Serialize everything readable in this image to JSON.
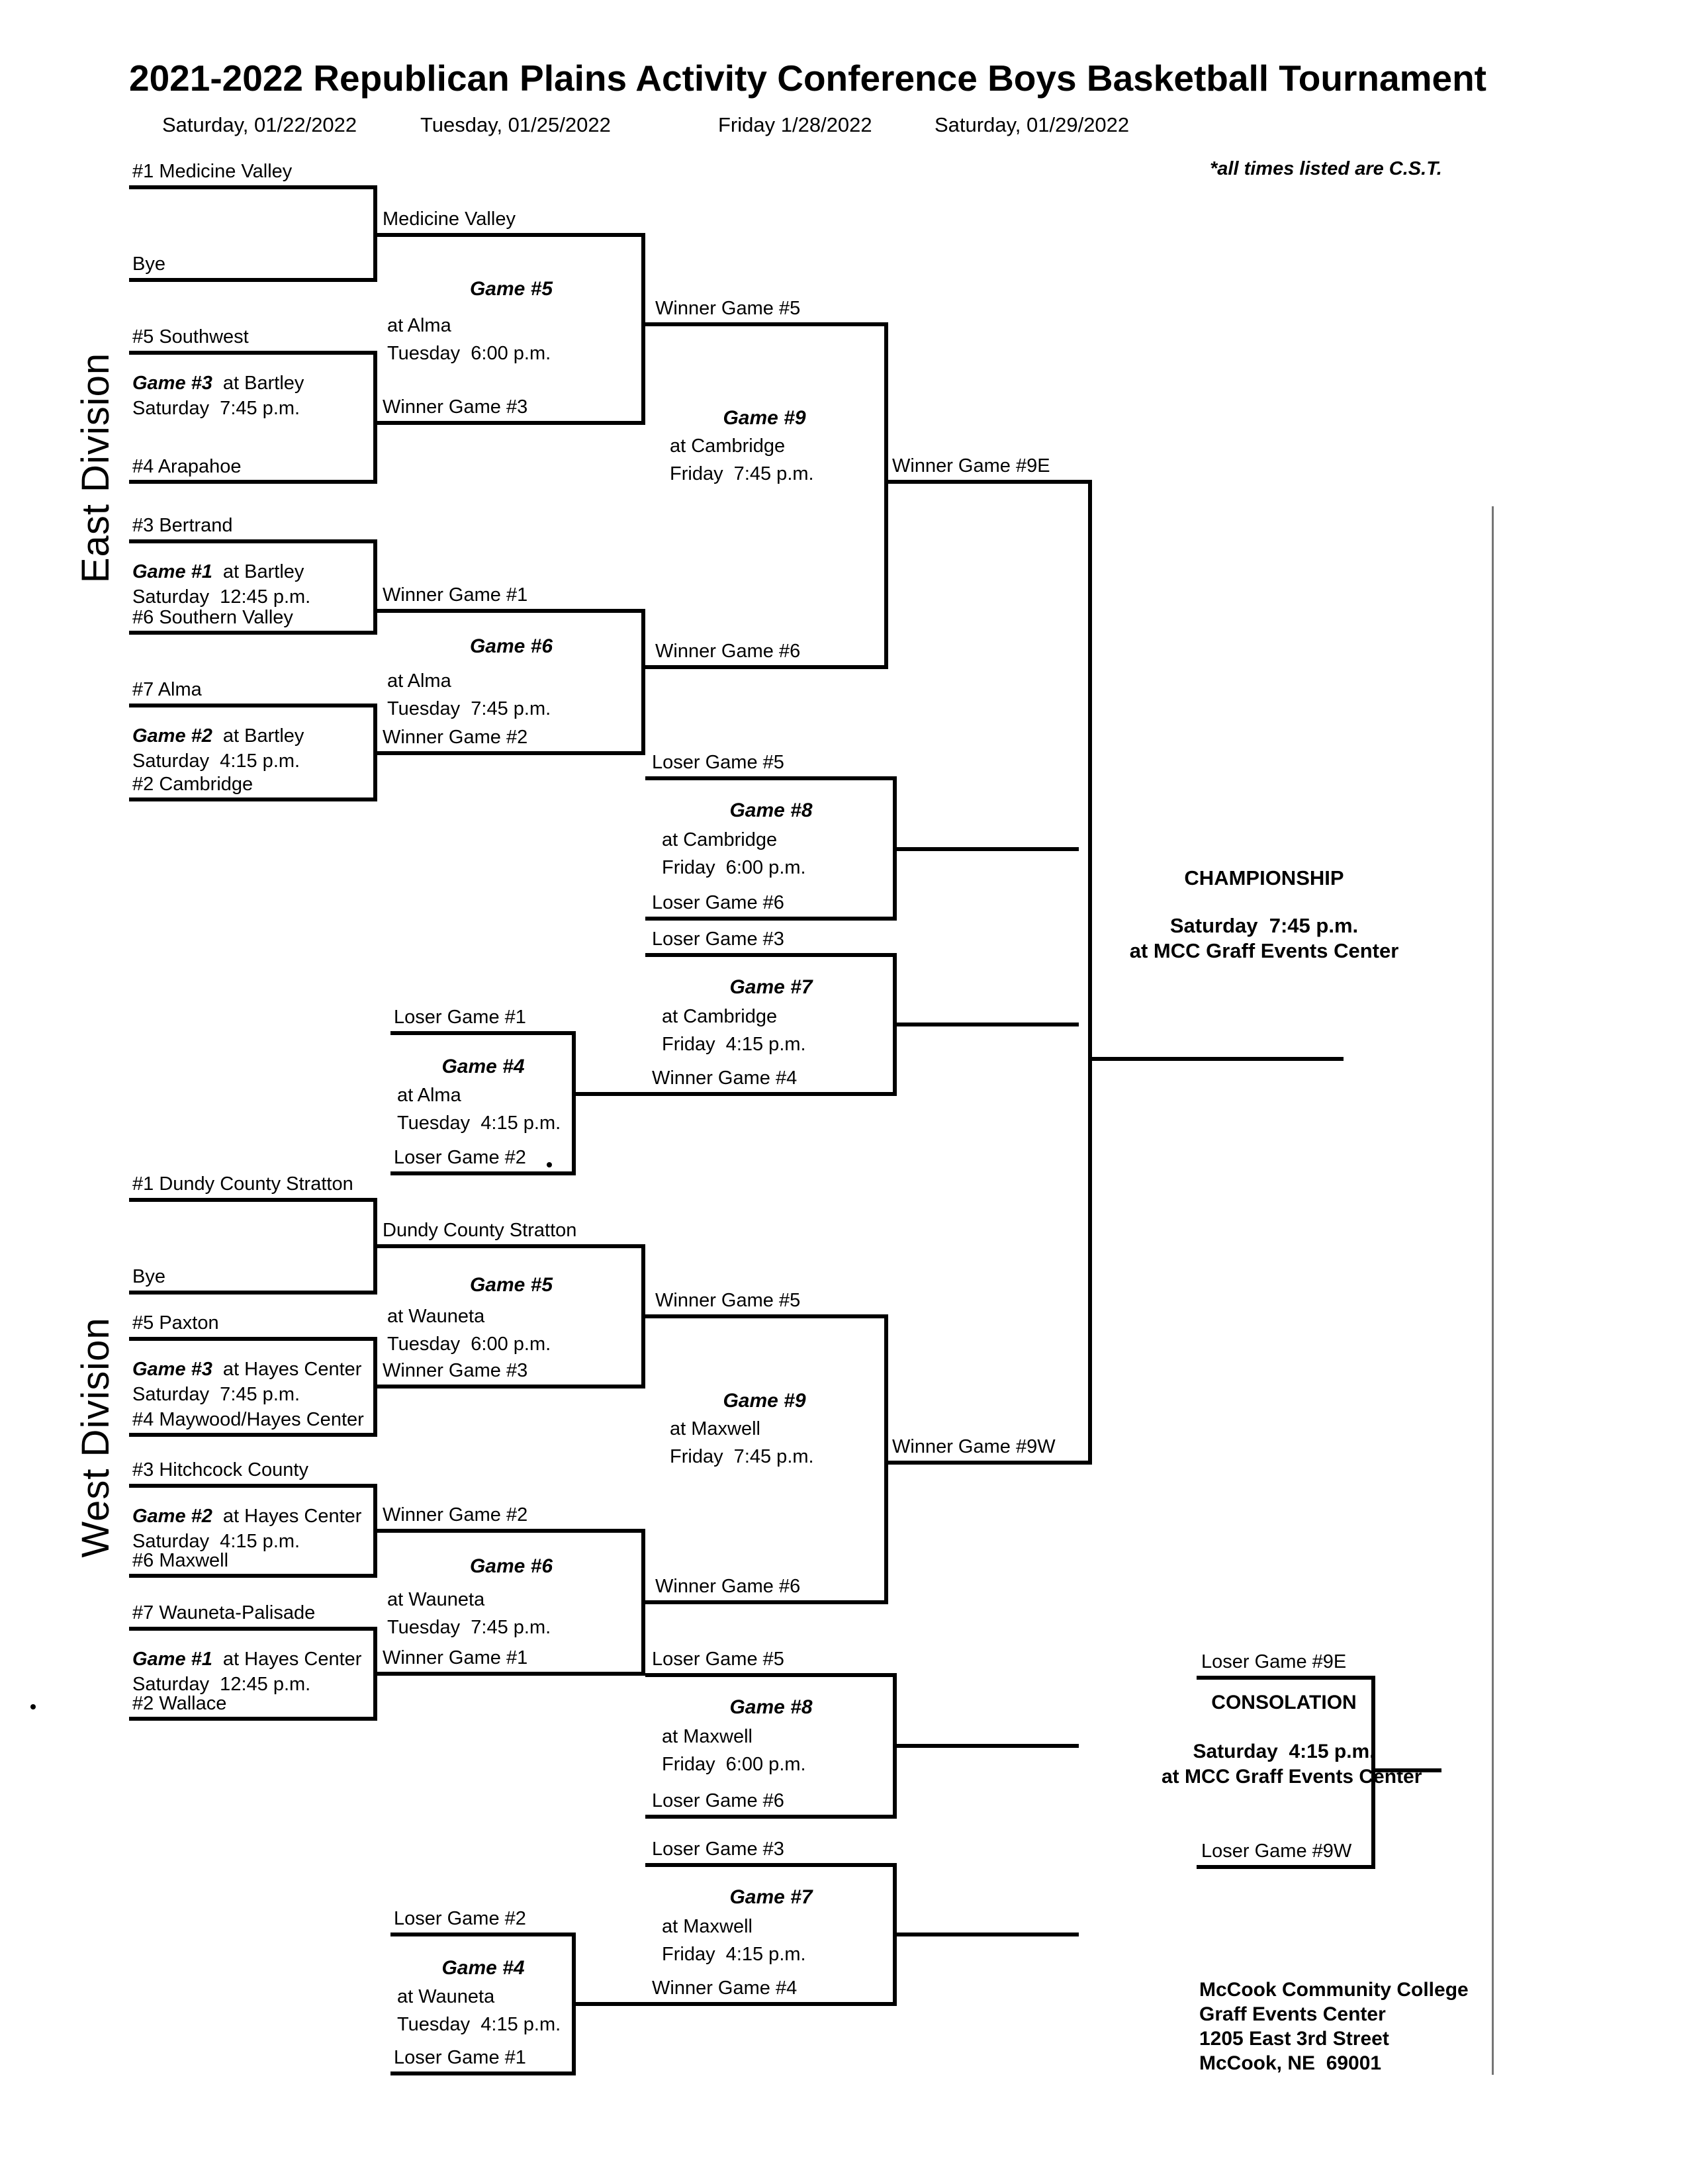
{
  "title": "2021-2022 Republican Plains Activity Conference Boys Basketball Tournament",
  "dates": [
    "Saturday, 01/22/2022",
    "Tuesday, 01/25/2022",
    "Friday 1/28/2022",
    "Saturday, 01/29/2022"
  ],
  "note": "*all times listed are C.S.T.",
  "east": {
    "division": "East Division",
    "seeds": {
      "s1": "#1 Medicine Valley",
      "bye": "Bye",
      "s5": "#5 Southwest",
      "s4": "#4 Arapahoe",
      "s3": "#3 Bertrand",
      "s6": "#6 Southern Valley",
      "s7": "#7 Alma",
      "s2": "#2 Cambridge"
    },
    "rd1": {
      "g3": {
        "name": "Game #3",
        "venue": "at Bartley",
        "time": "Saturday  7:45 p.m."
      },
      "g1": {
        "name": "Game #1",
        "venue": "at Bartley",
        "time": "Saturday  12:45 p.m."
      },
      "g2": {
        "name": "Game #2",
        "venue": "at Bartley",
        "time": "Saturday  4:15 p.m."
      }
    },
    "g5": {
      "top": "Medicine Valley",
      "name": "Game #5",
      "venue": "at Alma",
      "time": "Tuesday  6:00 p.m.",
      "bottom": "Winner Game #3",
      "out": "Winner Game #5"
    },
    "g6": {
      "top": "Winner Game #1",
      "name": "Game #6",
      "venue": "at Alma",
      "time": "Tuesday  7:45 p.m.",
      "bottom": "Winner Game #2",
      "out": "Winner Game #6"
    },
    "g9": {
      "name": "Game #9",
      "venue": "at Cambridge",
      "time": "Friday  7:45 p.m.",
      "out": "Winner Game #9E"
    },
    "g8": {
      "top": "Loser Game #5",
      "name": "Game #8",
      "venue": "at Cambridge",
      "time": "Friday  6:00 p.m.",
      "bottom": "Loser Game #6"
    },
    "g7": {
      "top": "Loser Game #3",
      "name": "Game #7",
      "venue": "at Cambridge",
      "time": "Friday  4:15 p.m.",
      "bottom": "Winner Game #4"
    },
    "g4": {
      "top": "Loser Game #1",
      "name": "Game #4",
      "venue": "at Alma",
      "time": "Tuesday  4:15 p.m.",
      "bottom": "Loser Game #2"
    }
  },
  "west": {
    "division": "West Division",
    "seeds": {
      "s1": "#1 Dundy County Stratton",
      "bye": "Bye",
      "s5": "#5 Paxton",
      "s4": "#4 Maywood/Hayes Center",
      "s3": "#3 Hitchcock County",
      "s6": "#6 Maxwell",
      "s7": "#7 Wauneta-Palisade",
      "s2": "#2 Wallace"
    },
    "rd1": {
      "g3": {
        "name": "Game #3",
        "venue": "at Hayes Center",
        "time": "Saturday  7:45 p.m."
      },
      "g2": {
        "name": "Game #2",
        "venue": "at Hayes Center",
        "time": "Saturday  4:15 p.m."
      },
      "g1": {
        "name": "Game #1",
        "venue": "at Hayes Center",
        "time": "Saturday  12:45 p.m."
      }
    },
    "g5": {
      "top": "Dundy County Stratton",
      "name": "Game #5",
      "venue": "at Wauneta",
      "time": "Tuesday  6:00 p.m.",
      "bottom": "Winner Game #3",
      "out": "Winner Game #5"
    },
    "g6": {
      "top": "Winner Game #2",
      "name": "Game #6",
      "venue": "at Wauneta",
      "time": "Tuesday  7:45 p.m.",
      "bottom": "Winner Game #1",
      "out": "Winner Game #6"
    },
    "g9": {
      "name": "Game #9",
      "venue": "at Maxwell",
      "time": "Friday  7:45 p.m.",
      "out": "Winner Game #9W"
    },
    "g8": {
      "top": "Loser Game #5",
      "name": "Game #8",
      "venue": "at Maxwell",
      "time": "Friday  6:00 p.m.",
      "bottom": "Loser Game #6"
    },
    "g7": {
      "top": "Loser Game #3",
      "name": "Game #7",
      "venue": "at Maxwell",
      "time": "Friday  4:15 p.m.",
      "bottom": "Winner Game #4"
    },
    "g4": {
      "top": "Loser Game #2",
      "name": "Game #4",
      "venue": "at Wauneta",
      "time": "Tuesday  4:15 p.m.",
      "bottom": "Loser Game #1"
    }
  },
  "championship": {
    "heading": "CHAMPIONSHIP",
    "time": "Saturday  7:45 p.m.",
    "venue": "at MCC Graff Events Center"
  },
  "consolation": {
    "top": "Loser Game #9E",
    "heading": "CONSOLATION",
    "time": "Saturday  4:15 p.m.",
    "venue": "at MCC Graff Events Center",
    "bottom": "Loser Game #9W"
  },
  "address": [
    "McCook Community College",
    "Graff Events Center",
    "1205 East 3rd Street",
    "McCook, NE  69001"
  ]
}
